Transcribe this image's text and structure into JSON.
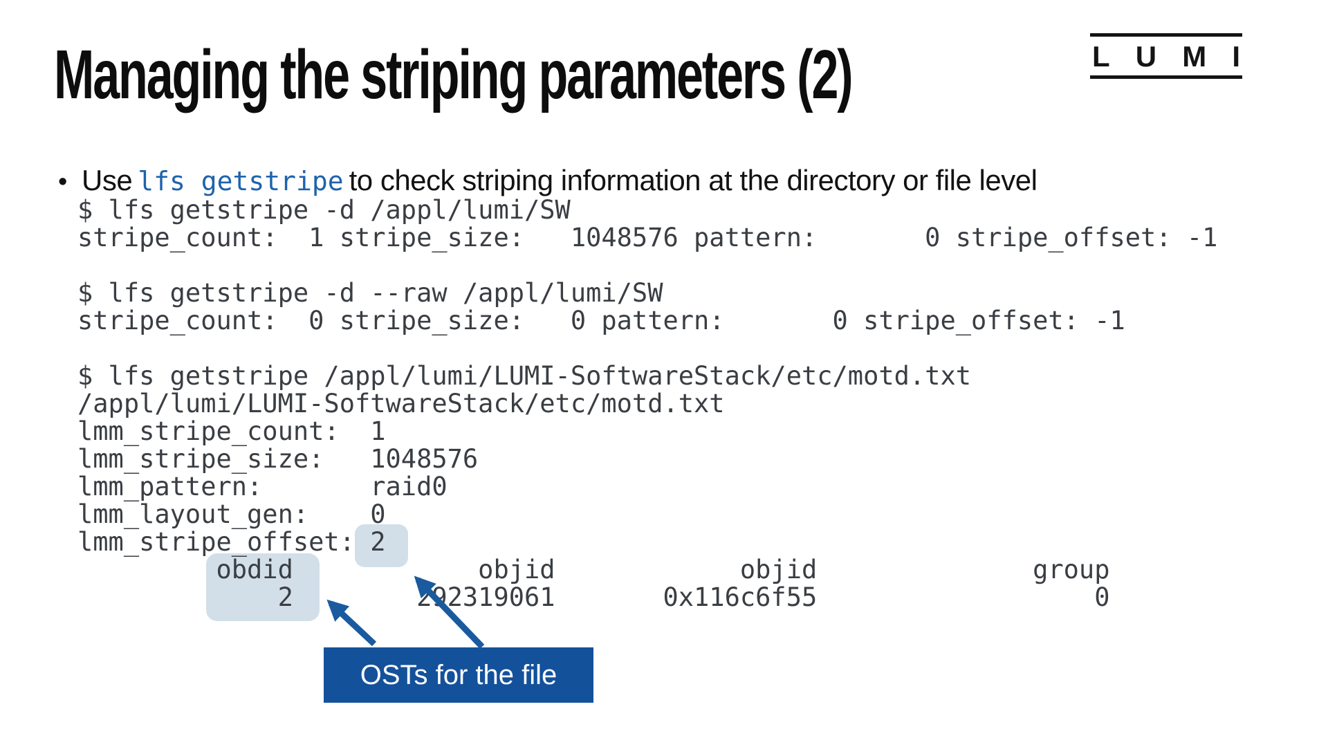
{
  "slide": {
    "title": "Managing the striping parameters (2)",
    "logo": {
      "letters": [
        "L",
        "U",
        "M",
        "I"
      ]
    },
    "bullet": {
      "marker": "•",
      "prefix": "Use",
      "code": "lfs getstripe",
      "suffix": "to check striping information at the directory or file level"
    },
    "terminal_lines": [
      "$ lfs getstripe -d /appl/lumi/SW",
      "stripe_count:  1 stripe_size:   1048576 pattern:       0 stripe_offset: -1",
      "",
      "$ lfs getstripe -d --raw /appl/lumi/SW",
      "stripe_count:  0 stripe_size:   0 pattern:       0 stripe_offset: -1",
      "",
      "$ lfs getstripe /appl/lumi/LUMI-SoftwareStack/etc/motd.txt",
      "/appl/lumi/LUMI-SoftwareStack/etc/motd.txt",
      "lmm_stripe_count:  1",
      "lmm_stripe_size:   1048576",
      "lmm_pattern:       raid0",
      "lmm_layout_gen:    0",
      "lmm_stripe_offset: 2",
      "         obdid            objid            objid              group",
      "             2        292319061       0x116c6f55                  0"
    ],
    "callout": {
      "label": "OSTs for the file"
    },
    "colors": {
      "inline_code_blue": "#1e63ac",
      "highlight_blue": "#d2dfe9",
      "callout_bg_blue": "#14519b",
      "arrow_blue": "#1a5a9f",
      "code_text": "#3a3e43",
      "title_text": "#0d0d0d"
    }
  }
}
